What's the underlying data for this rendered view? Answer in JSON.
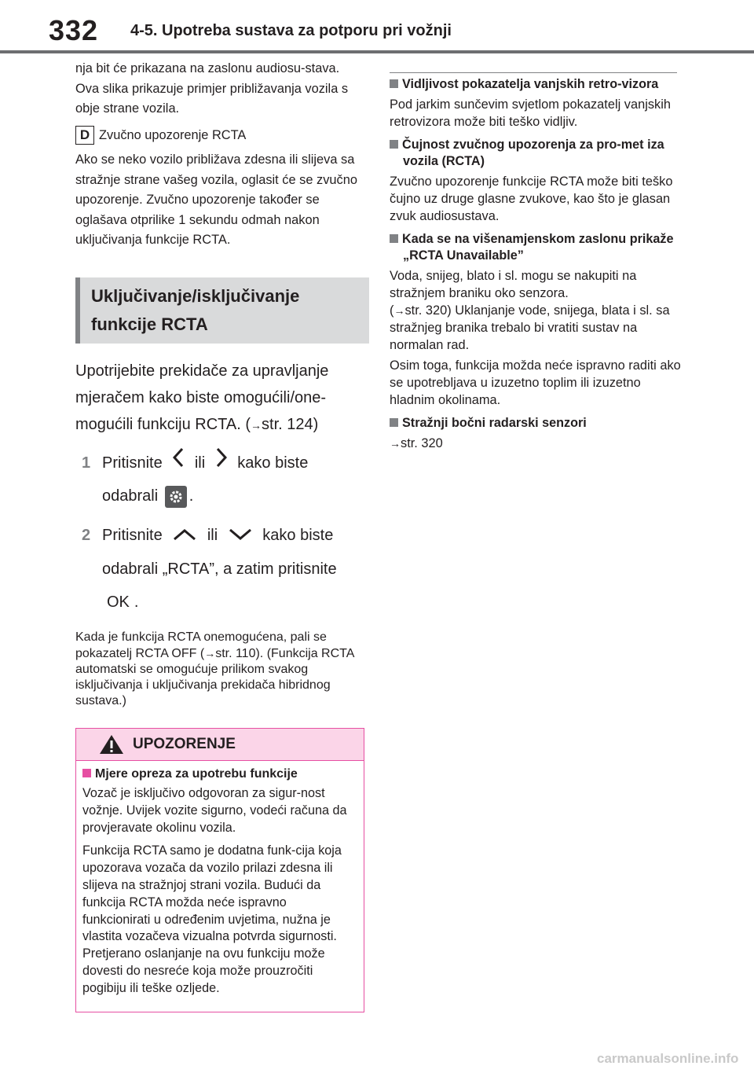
{
  "header": {
    "page_number": "332",
    "section_title": "4-5. Upotreba sustava za potporu pri vožnji"
  },
  "left": {
    "intro": "nja bit će prikazana na zaslonu audiosu-stava. Ova slika prikazuje primjer približavanja vozila s obje strane vozila.",
    "d_label": "D",
    "d_title": "Zvučno upozorenje RCTA",
    "d_text": "Ako se neko vozilo približava zdesna ili slijeva sa stražnje strane vašeg vozila, oglasit će se zvučno upozorenje. Zvučno upozorenje također se oglašava otprilike 1 sekundu odmah nakon uključivanja funkcije RCTA.",
    "heading_line1": "Uključivanje/isključivanje",
    "heading_line2": "funkcije RCTA",
    "instruction_a": "Upotrijebite prekidače za upravljanje mjeračem kako biste omogućili/one-mogućili funkciju RCTA. (",
    "instruction_ref": "str. 124)",
    "step1_num": "1",
    "step1_a": "Pritisnite",
    "step1_or": "ili",
    "step1_b": "kako biste",
    "step1_c": "odabrali",
    "step2_num": "2",
    "step2_a": "Pritisnite",
    "step2_or": "ili",
    "step2_b": "kako biste",
    "step2_c": "odabrali „RCTA”, a zatim pritisnite",
    "ok_label": "OK",
    "note_a": "Kada je funkcija RCTA onemogućena, pali se pokazatelj RCTA OFF (",
    "note_ref": "str. 110).",
    "note_b": "(Funkcija RCTA automatski se omogućuje prilikom svakog isključivanja i uključivanja prekidača hibridnog sustava.)"
  },
  "warning": {
    "title": "UPOZORENJE",
    "sub_heading": "Mjere opreza za upotrebu funkcije",
    "para1": "Vozač je isključivo odgovoran za sigur-nost vožnje. Uvijek vozite sigurno, vodeći računa da provjeravate okolinu vozila.",
    "para2": "Funkcija RCTA samo je dodatna funk-cija koja upozorava vozača da vozilo prilazi zdesna ili slijeva na stražnjoj strani vozila. Budući da funkcija RCTA možda neće ispravno funkcionirati u određenim uvjetima, nužna je vlastita vozačeva vizualna potvrda sigurnosti. Pretjerano oslanjanje na ovu funkciju može dovesti do nesreće koja može prouzročiti pogibiju ili teške ozljede."
  },
  "right": {
    "h1": "Vidljivost pokazatelja vanjskih retro-vizora",
    "p1": "Pod jarkim sunčevim svjetlom pokazatelj vanjskih retrovizora može biti teško vidljiv.",
    "h2": "Čujnost zvučnog upozorenja za pro-met iza vozila (RCTA)",
    "p2": "Zvučno upozorenje funkcije RCTA može biti teško čujno uz druge glasne zvukove, kao što je glasan zvuk audiosustava.",
    "h3": "Kada se na višenamjenskom zaslonu prikaže „RCTA Unavailable”",
    "p3a": "Voda, snijeg, blato i sl. mogu se nakupiti na stražnjem braniku oko senzora.",
    "p3_ref": "str. 320) Uklanjanje vode, snijega, blata i sl. sa stražnjeg branika trebalo bi vratiti sustav na normalan rad.",
    "p4": "Osim toga, funkcija možda neće ispravno raditi ako se upotrebljava u izuzetno toplim ili izuzetno hladnim okolinama.",
    "h4": "Stražnji bočni radarski senzori",
    "p5_ref": "str. 320"
  },
  "watermark": "carmanualsonline.info",
  "colors": {
    "accent_pink": "#e64fa2",
    "warning_bg": "#fbd5e8",
    "heading_bg": "#d9dadb",
    "gray": "#808285"
  },
  "icons": [
    "chevron-left-icon",
    "chevron-right-icon",
    "gear-icon",
    "chevron-up-icon",
    "chevron-down-icon",
    "warning-triangle-icon",
    "arrow-right-icon"
  ]
}
